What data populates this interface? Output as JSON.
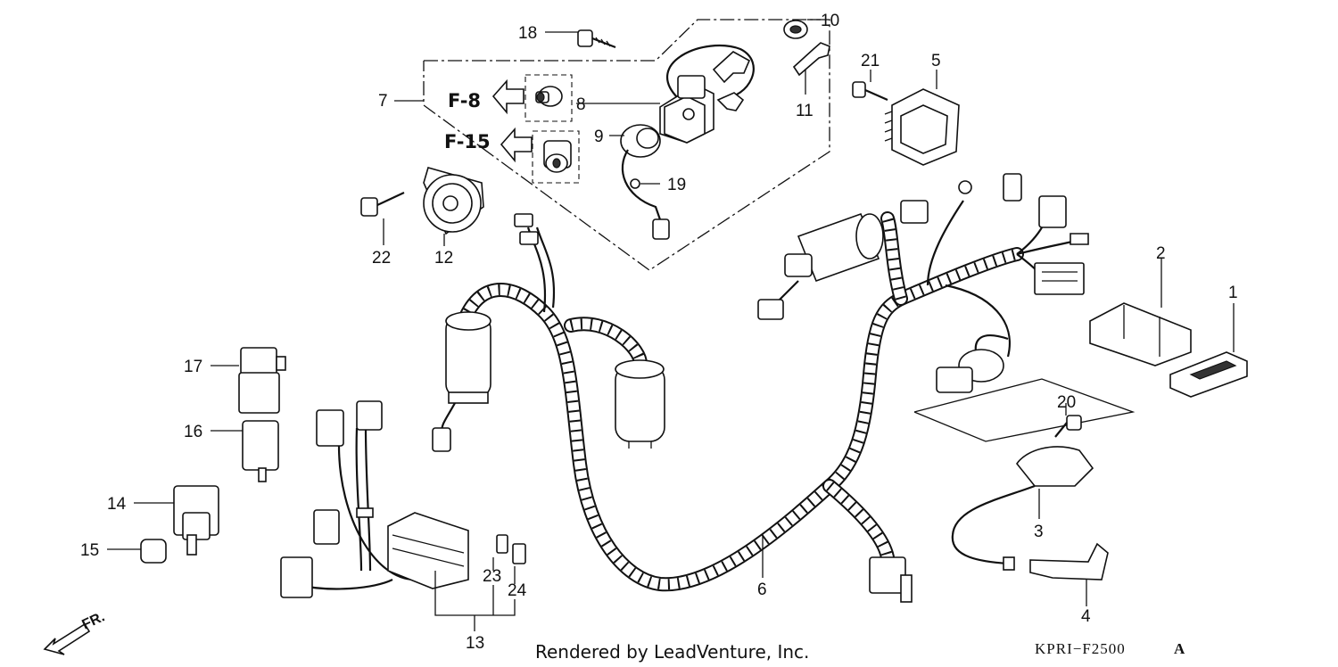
{
  "callouts": {
    "c1": "1",
    "c2": "2",
    "c3": "3",
    "c4": "4",
    "c5": "5",
    "c6": "6",
    "c7": "7",
    "c8": "8",
    "c9": "9",
    "c10": "10",
    "c11": "11",
    "c12": "12",
    "c13": "13",
    "c14": "14",
    "c15": "15",
    "c16": "16",
    "c17": "17",
    "c18": "18",
    "c19": "19",
    "c20": "20",
    "c21": "21",
    "c22": "22",
    "c23": "23",
    "c24": "24"
  },
  "references": {
    "f8": "F-8",
    "f15": "F-15"
  },
  "direction": {
    "front": "FR."
  },
  "footer": {
    "credit": "Rendered by LeadVenture, Inc.",
    "diagram_code": "KPRI−F2500",
    "revision": "A"
  }
}
